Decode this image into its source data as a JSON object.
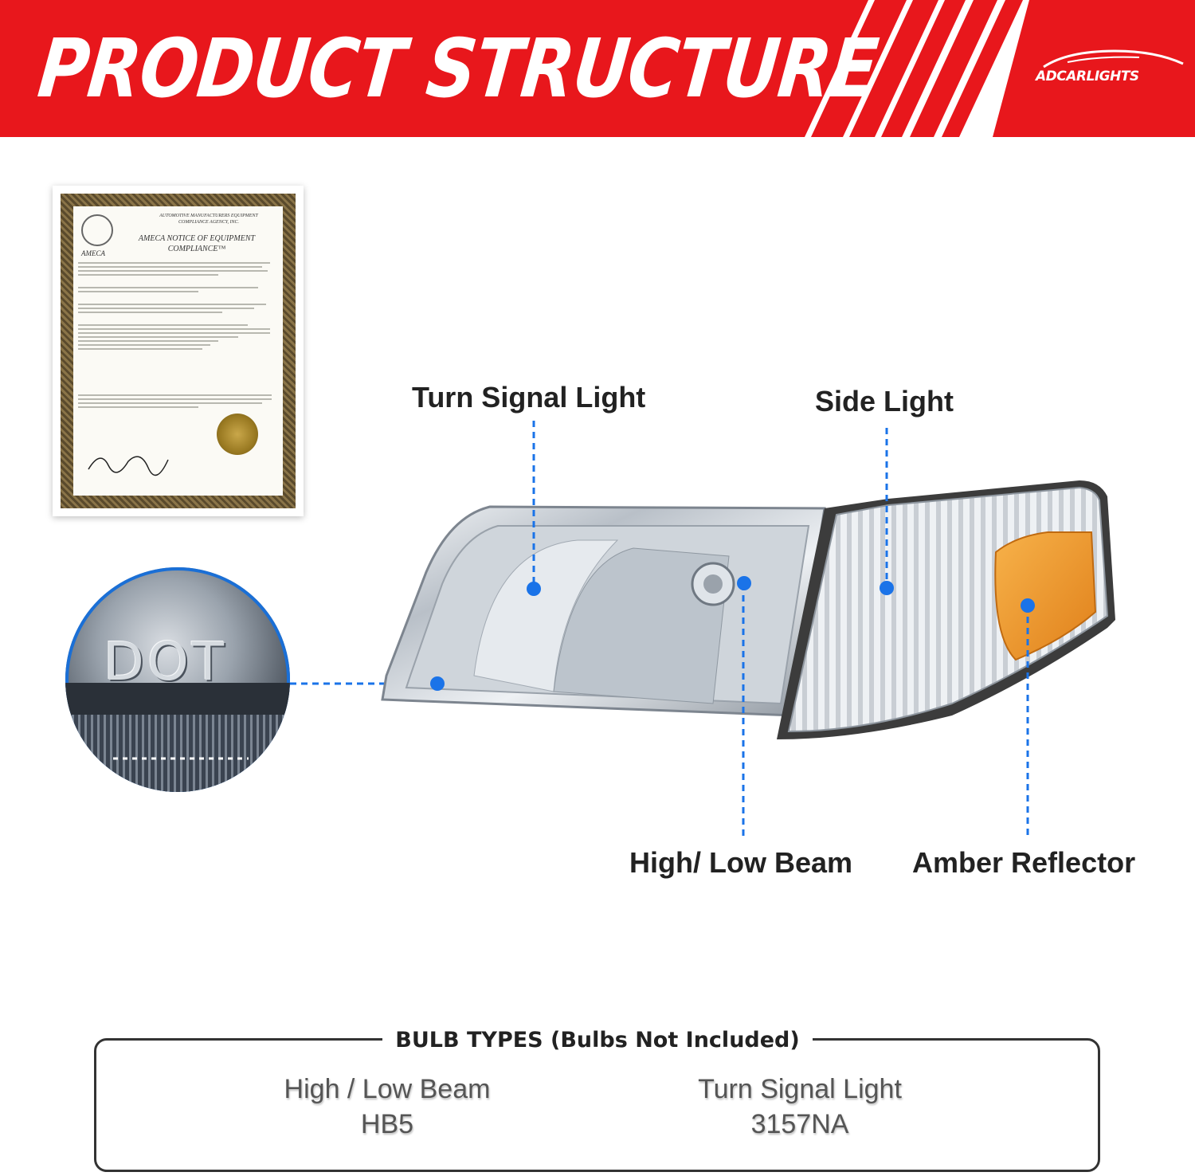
{
  "banner": {
    "title": "PRODUCT STRUCTURE",
    "brand": "ADCARLIGHTS",
    "color": "#e8171c"
  },
  "certificate": {
    "agency": "AUTOMOTIVE MANUFACTURERS EQUIPMENT COMPLIANCE AGENCY, INC.",
    "logo_text": "AMECA",
    "title": "AMECA NOTICE OF EQUIPMENT COMPLIANCE™"
  },
  "dot_closeup": {
    "text": "DOT"
  },
  "callouts": {
    "turn_signal": "Turn Signal Light",
    "side_light": "Side Light",
    "high_low_beam": "High/ Low Beam",
    "amber_reflector": "Amber Reflector",
    "color": "#1a73e8"
  },
  "bulb_types": {
    "title": "BULB TYPES (Bulbs Not Included)",
    "items": [
      {
        "name": "High / Low Beam",
        "value": "HB5"
      },
      {
        "name": "Turn Signal Light",
        "value": "3157NA"
      }
    ]
  }
}
